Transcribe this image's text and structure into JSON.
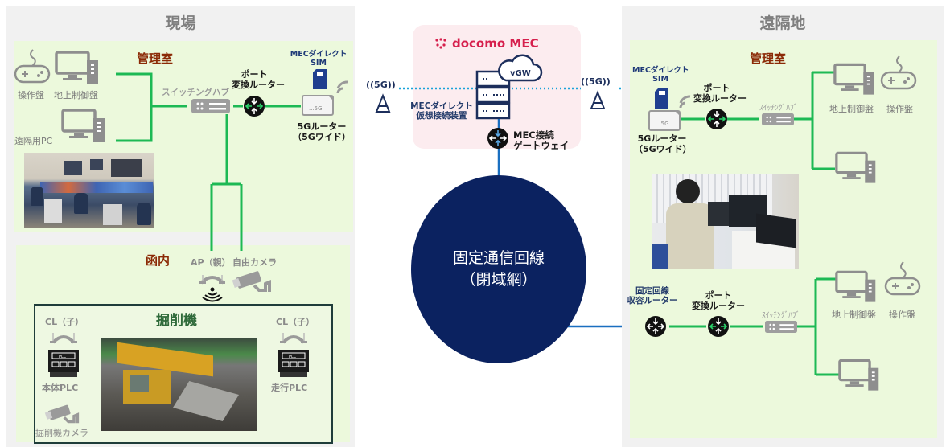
{
  "site": {
    "title": "現場",
    "control_room": {
      "title": "管理室",
      "devices": {
        "controller": "操作盤",
        "ground_panel": "地上制御盤",
        "remote_pc": "遠隔用PC",
        "switching_hub": "スイッチングハブ",
        "port_router": [
          "ポート",
          "変換ルーター"
        ],
        "sim": [
          "MECダイレクト",
          "SIM"
        ],
        "router_5g": [
          "5Gルーター",
          "（5Gワイド）"
        ],
        "router_5g_tag": "...5G"
      },
      "photo": "control-room-operators-photo"
    },
    "tunnel": {
      "title": "函内",
      "ap_parent": "AP（親）",
      "free_camera": "自由カメラ",
      "machine": {
        "title": "掘削機",
        "client_left": "CL（子）",
        "client_right": "CL（子）",
        "plc_left": "本体PLC",
        "plc_right": "走行PLC",
        "plc_tag": "PLC",
        "camera": "掘削機カメラ",
        "photo": "excavator-photo"
      }
    }
  },
  "center": {
    "brand": "docomo MEC",
    "vgw": "vGW",
    "virtual_device": [
      "MECダイレクト",
      "仮想接続装置"
    ],
    "gateway": [
      "MEC接続",
      "ゲートウェイ"
    ],
    "antenna_label": "((5G))",
    "network": [
      "固定通信回線",
      "（閉域網）"
    ]
  },
  "remote": {
    "title": "遠隔地",
    "control_room": {
      "title": "管理室",
      "sim": [
        "MECダイレクト",
        "SIM"
      ],
      "port_router": [
        "ポート",
        "変換ルーター"
      ],
      "switching_hub": "ｽｲｯﾁﾝｸﾞﾊﾌﾞ",
      "router_5g": [
        "5Gルーター",
        "（5Gワイド）"
      ],
      "router_5g_tag": "...5G",
      "ground_panel": "地上制御盤",
      "controller": "操作盤",
      "photo": "remote-operator-photo"
    },
    "fixed_line": {
      "access_router": [
        "固定回線",
        "収容ルーター"
      ],
      "port_router": [
        "ポート",
        "変換ルーター"
      ],
      "switching_hub": "ｽｲｯﾁﾝｸﾞﾊﾌﾞ",
      "ground_panel": "地上制御盤",
      "controller": "操作盤"
    }
  },
  "colors": {
    "panel_bg": "#f1f1f1",
    "zone_bg": "#ecf9dc",
    "line_green": "#1db954",
    "line_blue": "#1a6fc0",
    "dotted_cyan": "#1aa3d9",
    "network_navy": "#0b2260",
    "room_title": "#8b2a06",
    "mec_pink": "#fcecef",
    "brand_red": "#d6204d",
    "icon_gray": "#9b9b9b"
  }
}
